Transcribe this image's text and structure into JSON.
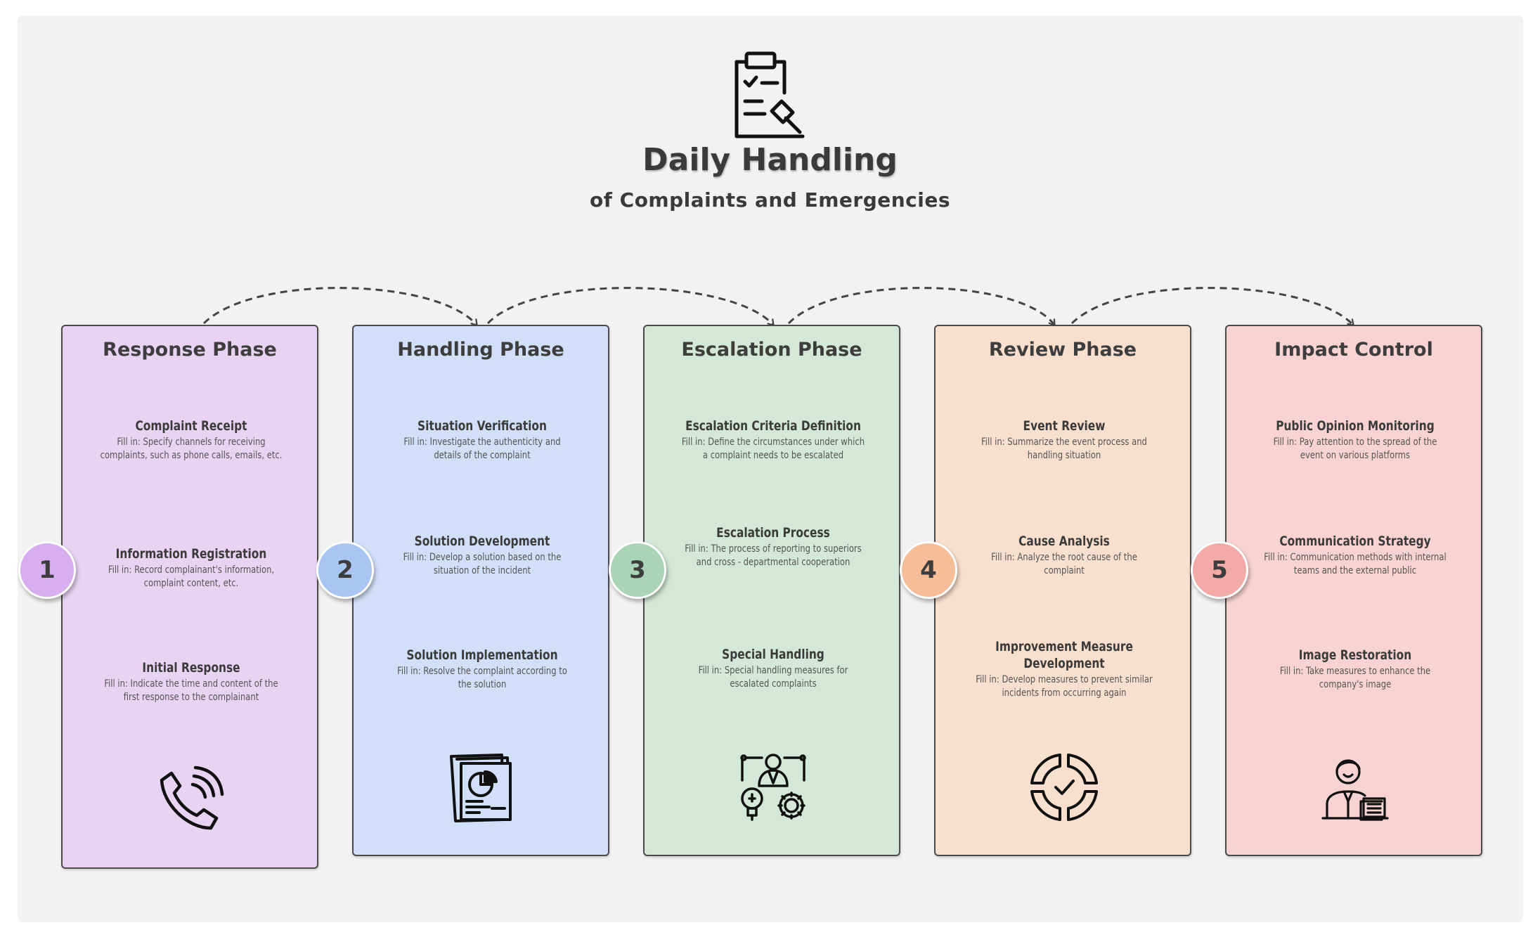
{
  "header": {
    "title": "Daily Handling",
    "subtitle": "of Complaints and Emergencies",
    "icon": "clipboard-gavel-icon"
  },
  "phases": [
    {
      "number": "1",
      "title": "Response Phase",
      "color": "#e8d3f3",
      "badge_color": "#d9aef0",
      "icon": "phone-ringing-icon",
      "items": [
        {
          "title": "Complaint Receipt",
          "desc": "Fill in: Specify channels for receiving complaints, such as phone calls, emails, etc."
        },
        {
          "title": "Information Registration",
          "desc": "Fill in: Record complainant's information, complaint content, etc."
        },
        {
          "title": "Initial Response",
          "desc": "Fill in: Indicate the time and content of the first response to the complainant"
        }
      ]
    },
    {
      "number": "2",
      "title": "Handling Phase",
      "color": "#d1dff8",
      "badge_color": "#a9c6f2",
      "icon": "report-document-icon",
      "items": [
        {
          "title": "Situation Verification",
          "desc": "Fill in: Investigate the authenticity and details of the complaint"
        },
        {
          "title": "Solution Development",
          "desc": "Fill in: Develop a solution based on the situation of the incident"
        },
        {
          "title": "Solution Implementation",
          "desc": "Fill in: Resolve the complaint according to the solution"
        }
      ]
    },
    {
      "number": "3",
      "title": "Escalation Phase",
      "color": "#d3e8d8",
      "badge_color": "#a9d5b6",
      "icon": "manager-idea-gear-icon",
      "items": [
        {
          "title": "Escalation Criteria Definition",
          "desc": "Fill in: Define the circumstances under which a complaint needs to be escalated"
        },
        {
          "title": "Escalation Process",
          "desc": "Fill in: The process of reporting to superiors and cross - departmental cooperation"
        },
        {
          "title": "Special Handling",
          "desc": "Fill in: Special handling measures for escalated complaints"
        }
      ]
    },
    {
      "number": "4",
      "title": "Review Phase",
      "color": "#f9dfcd",
      "badge_color": "#f5bd98",
      "icon": "target-check-icon",
      "items": [
        {
          "title": "Event Review",
          "desc": "Fill in: Summarize the event process and handling situation"
        },
        {
          "title": "Cause Analysis",
          "desc": "Fill in: Analyze the root cause of the complaint"
        },
        {
          "title": "Improvement Measure Development",
          "desc": "Fill in: Develop measures to prevent similar incidents from occurring again"
        }
      ]
    },
    {
      "number": "5",
      "title": "Impact Control",
      "color": "#f8d3d1",
      "badge_color": "#f2aaa8",
      "icon": "person-documents-icon",
      "items": [
        {
          "title": "Public Opinion Monitoring",
          "desc": "Fill in: Pay attention to the spread of the event on various platforms"
        },
        {
          "title": "Communication Strategy",
          "desc": "Fill in: Communication methods with internal teams and the external public"
        },
        {
          "title": "Image Restoration",
          "desc": "Fill in: Take measures to enhance the company's image"
        }
      ]
    }
  ]
}
